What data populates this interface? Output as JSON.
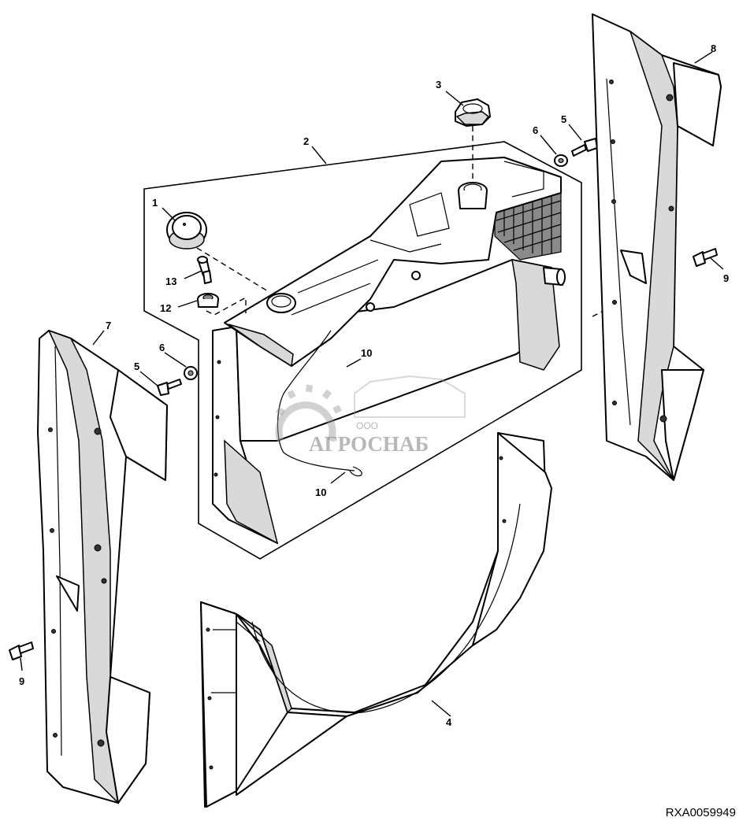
{
  "figure_code": "RXA0059949",
  "callouts": [
    {
      "id": "c1",
      "label": "1"
    },
    {
      "id": "c2",
      "label": "2"
    },
    {
      "id": "c3",
      "label": "3"
    },
    {
      "id": "c4",
      "label": "4"
    },
    {
      "id": "c5a",
      "label": "5"
    },
    {
      "id": "c5b",
      "label": "5"
    },
    {
      "id": "c6a",
      "label": "6"
    },
    {
      "id": "c6b",
      "label": "6"
    },
    {
      "id": "c7",
      "label": "7"
    },
    {
      "id": "c8",
      "label": "8"
    },
    {
      "id": "c9a",
      "label": "9"
    },
    {
      "id": "c9b",
      "label": "9"
    },
    {
      "id": "c10a",
      "label": "10"
    },
    {
      "id": "c10b",
      "label": "10"
    },
    {
      "id": "c12",
      "label": "12"
    },
    {
      "id": "c13",
      "label": "13"
    }
  ],
  "watermark": {
    "company_form": "ООО",
    "company_name": "АГРОСНАБ"
  }
}
